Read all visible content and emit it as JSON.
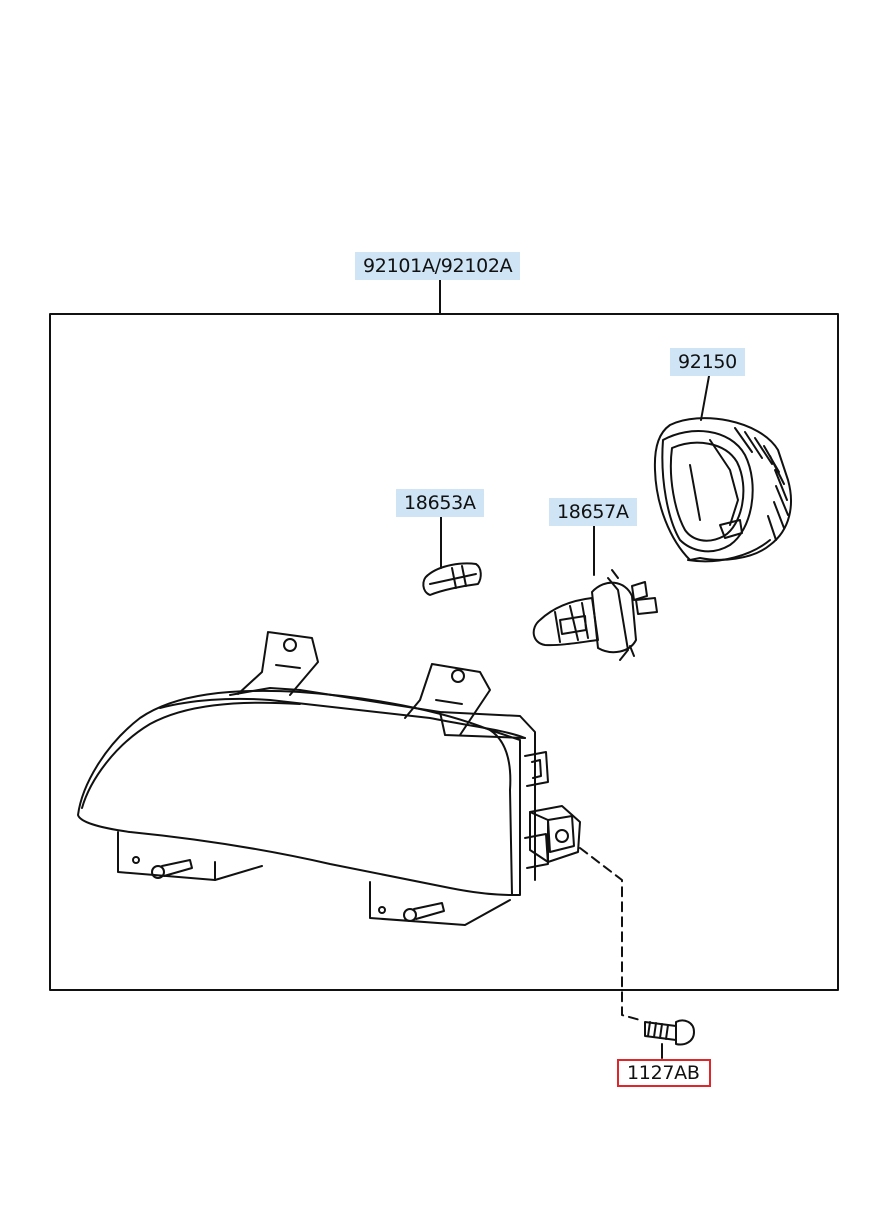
{
  "diagram": {
    "labels": {
      "assembly": "92101A/92102A",
      "gasket": "92150",
      "side_bulb": "18653A",
      "main_bulb": "18657A",
      "screw": "1127AB"
    },
    "highlighted_label": "1127AB",
    "colors": {
      "label_background": "#cfe4f5",
      "highlight_border": "#e0262b",
      "line": "#111111"
    }
  }
}
